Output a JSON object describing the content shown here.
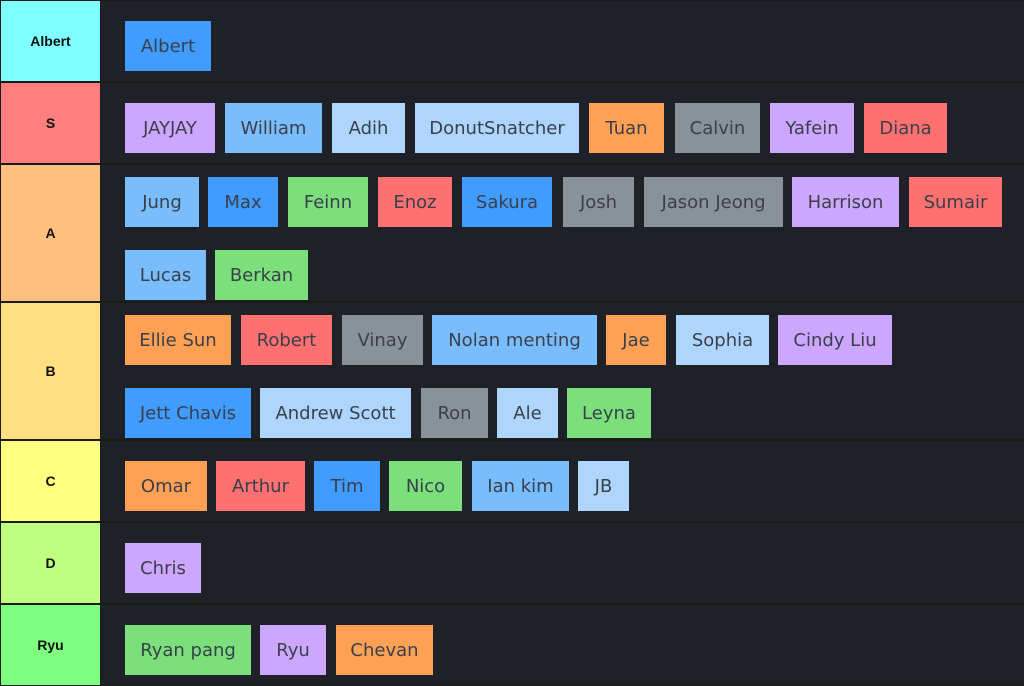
{
  "palette": {
    "orange": "#fea155",
    "red": "#ff7070",
    "purple": "#cda6fd",
    "blue": "#409cff",
    "lightblue": "#79bdfd",
    "paleblue": "#aed6fd",
    "gray": "#8a9299",
    "green": "#7be07b"
  },
  "tiers": [
    {
      "key": "albert",
      "label": "Albert",
      "color": "#7efefe",
      "items": [
        {
          "name": "Albert",
          "c": "blue"
        }
      ]
    },
    {
      "key": "s",
      "label": "S",
      "color": "#ff7f7f",
      "items": [
        {
          "name": "JAYJAY",
          "c": "purple"
        },
        {
          "name": "William",
          "c": "lightblue"
        },
        {
          "name": "Adih",
          "c": "paleblue"
        },
        {
          "name": "DonutSnatcher",
          "c": "paleblue"
        },
        {
          "name": "Tuan",
          "c": "orange"
        },
        {
          "name": "Calvin",
          "c": "gray"
        },
        {
          "name": "Yafein",
          "c": "purple"
        },
        {
          "name": "Diana",
          "c": "red"
        }
      ]
    },
    {
      "key": "a",
      "label": "A",
      "color": "#ffbf7f",
      "items": [
        {
          "name": "Jung",
          "c": "lightblue"
        },
        {
          "name": "Max",
          "c": "blue"
        },
        {
          "name": "Feinn",
          "c": "green"
        },
        {
          "name": "Enoz",
          "c": "red"
        },
        {
          "name": "Sakura",
          "c": "blue"
        },
        {
          "name": "Josh",
          "c": "gray"
        },
        {
          "name": "Jason Jeong",
          "c": "gray"
        },
        {
          "name": "Harrison",
          "c": "purple"
        },
        {
          "name": "Sumair",
          "c": "red"
        },
        {
          "name": "Lucas",
          "c": "lightblue"
        },
        {
          "name": "Berkan",
          "c": "green"
        }
      ]
    },
    {
      "key": "b",
      "label": "B",
      "color": "#ffdf7f",
      "items": [
        {
          "name": "Ellie Sun",
          "c": "orange"
        },
        {
          "name": "Robert",
          "c": "red"
        },
        {
          "name": "Vinay",
          "c": "gray"
        },
        {
          "name": "Nolan menting",
          "c": "lightblue"
        },
        {
          "name": "Jae",
          "c": "orange"
        },
        {
          "name": "Sophia",
          "c": "paleblue"
        },
        {
          "name": "Cindy Liu",
          "c": "purple"
        },
        {
          "name": "Jett Chavis",
          "c": "blue"
        },
        {
          "name": "Andrew Scott",
          "c": "paleblue"
        },
        {
          "name": "Ron",
          "c": "gray"
        },
        {
          "name": "Ale",
          "c": "paleblue"
        },
        {
          "name": "Leyna",
          "c": "green"
        }
      ]
    },
    {
      "key": "c",
      "label": "C",
      "color": "#ffff7f",
      "items": [
        {
          "name": "Omar",
          "c": "orange"
        },
        {
          "name": "Arthur",
          "c": "red"
        },
        {
          "name": "Tim",
          "c": "blue"
        },
        {
          "name": "Nico",
          "c": "green"
        },
        {
          "name": "Ian kim",
          "c": "lightblue"
        },
        {
          "name": "JB",
          "c": "paleblue"
        }
      ]
    },
    {
      "key": "d",
      "label": "D",
      "color": "#bfff7f",
      "items": [
        {
          "name": "Chris",
          "c": "purple"
        }
      ]
    },
    {
      "key": "ryu",
      "label": "Ryu",
      "color": "#7fff7f",
      "items": [
        {
          "name": "Ryan pang",
          "c": "green"
        },
        {
          "name": "Ryu",
          "c": "purple"
        },
        {
          "name": "Chevan",
          "c": "orange"
        }
      ]
    }
  ]
}
